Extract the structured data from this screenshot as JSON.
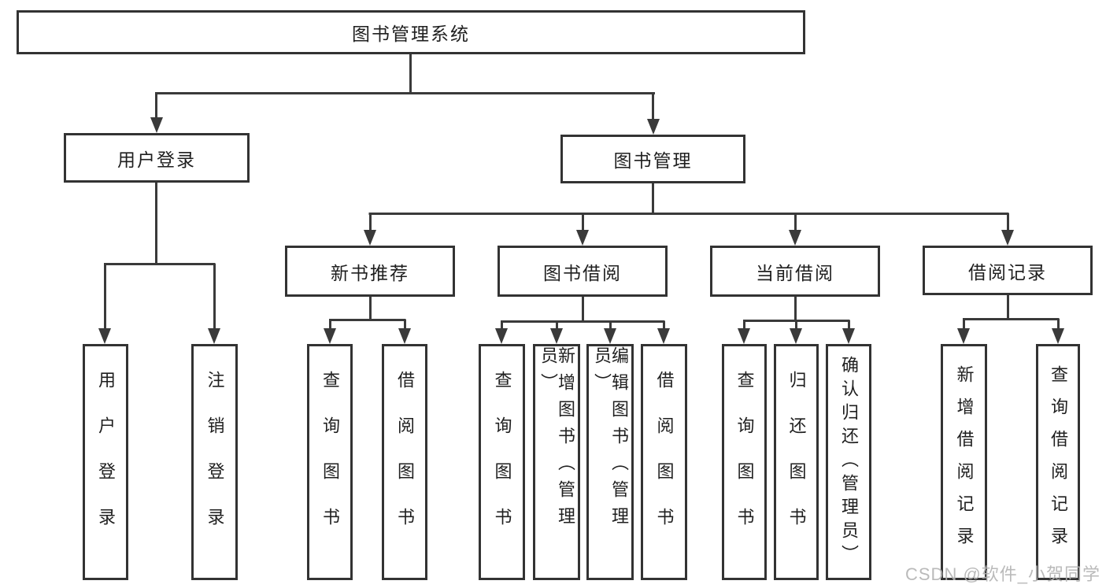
{
  "diagram": {
    "root": {
      "label": "图书管理系统"
    },
    "level2": [
      {
        "label": "用户登录"
      },
      {
        "label": "图书管理"
      }
    ],
    "level3": [
      {
        "label": "新书推荐"
      },
      {
        "label": "图书借阅"
      },
      {
        "label": "当前借阅"
      },
      {
        "label": "借阅记录"
      }
    ],
    "leaves": [
      {
        "label": "用户登录"
      },
      {
        "label": "注销登录"
      },
      {
        "label": "查询图书"
      },
      {
        "label": "借阅图书"
      },
      {
        "label": "查询图书"
      },
      {
        "label": "新增图书（管理员）"
      },
      {
        "label": "编辑图书（管理员）"
      },
      {
        "label": "借阅图书"
      },
      {
        "label": "查询图书"
      },
      {
        "label": "归还图书"
      },
      {
        "label": "确认归还（管理员）"
      },
      {
        "label": "新增借阅记录"
      },
      {
        "label": "查询借阅记录"
      }
    ]
  },
  "watermark": {
    "text": "CSDN @软件_小贺同学"
  },
  "colors": {
    "line": "#3a3a3a",
    "box_border": "#333333",
    "text": "#1f1f1f",
    "background": "#ffffff",
    "watermark": "#b3b3b3"
  }
}
